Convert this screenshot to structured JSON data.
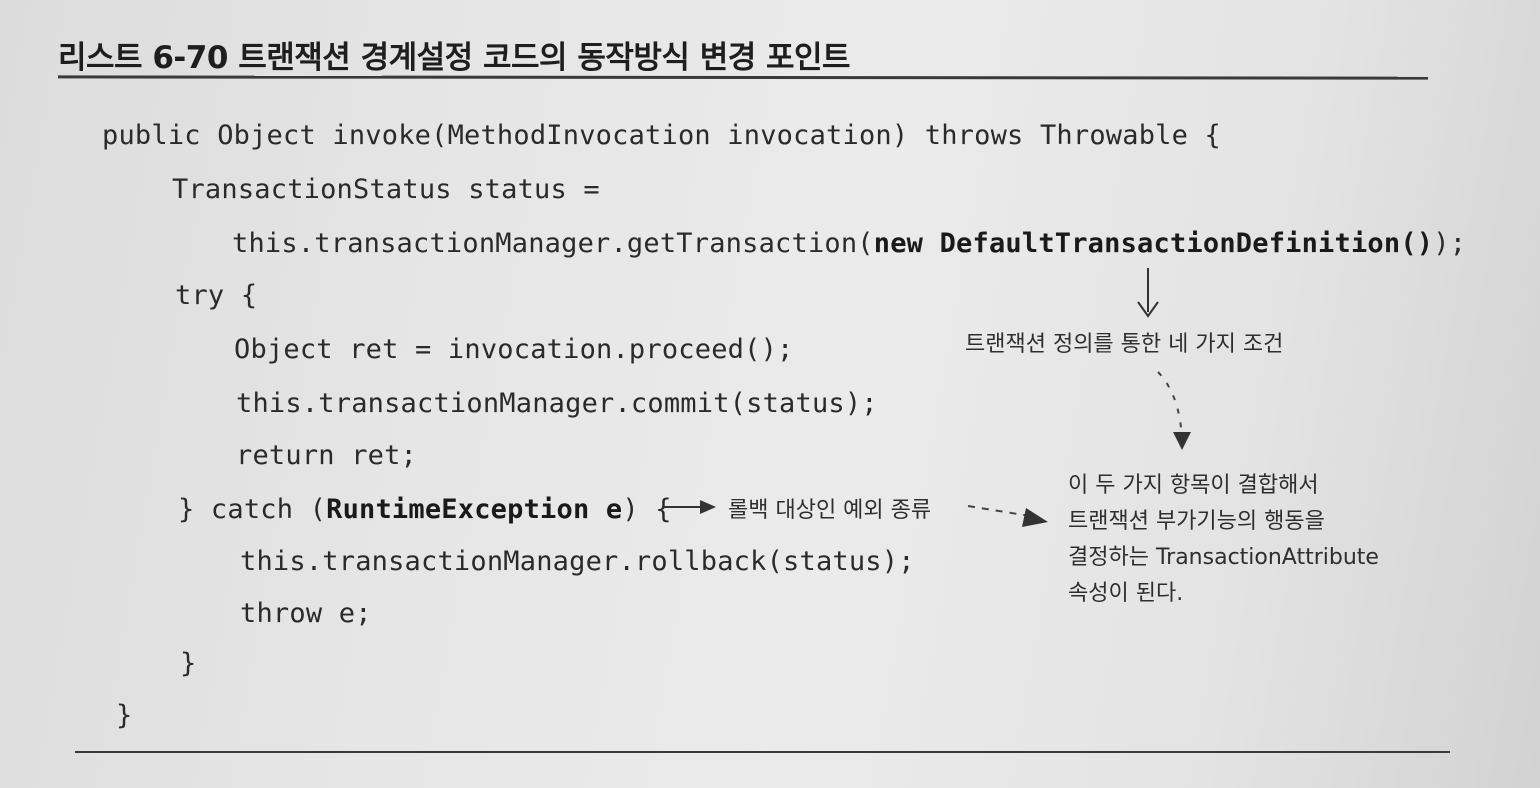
{
  "listing": {
    "title": "리스트 6-70 트랜잭션 경계설정 코드의 동작방식 변경 포인트"
  },
  "code": {
    "line1": "public Object invoke(MethodInvocation invocation) throws Throwable {",
    "line2": "TransactionStatus status =",
    "line3_plain": "this.transactionManager.getTransaction(",
    "line3_bold": "new DefaultTransactionDefinition()",
    "line3_end": ");",
    "line4": "try {",
    "line5": "Object ret = invocation.proceed();",
    "line6": "this.transactionManager.commit(status);",
    "line7": "return ret;",
    "line8_start": "} catch (",
    "line8_bold": "RuntimeException e",
    "line8_end": ") {",
    "line9": "this.transactionManager.rollback(status);",
    "line10": "throw e;",
    "line11": "}",
    "line12": "}"
  },
  "annotations": {
    "definition_note": "트랜잭션 정의를 통한 네 가지 조건",
    "rollback_note": "롤백 대상인 예외 종류",
    "combined_note_1": "이 두 가지 항목이 결합해서",
    "combined_note_2": "트랜잭션 부가기능의 행동을",
    "combined_note_3": "결정하는 TransactionAttribute",
    "combined_note_4": "속성이 된다."
  }
}
